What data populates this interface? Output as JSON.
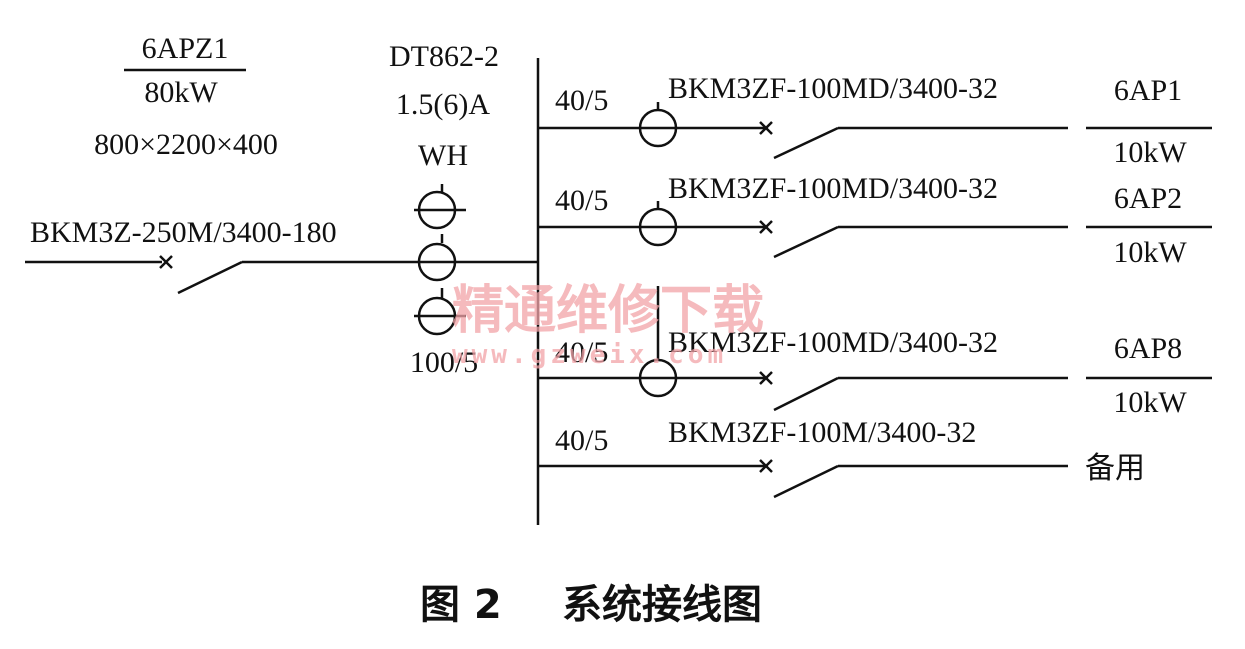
{
  "panel": {
    "name": "6APZ1",
    "power": "80kW",
    "size": "800×2200×400"
  },
  "meter": {
    "model": "DT862-2",
    "rating": "1.5(6)A",
    "label": "WH",
    "ct_ratio": "100/5"
  },
  "main_breaker": "BKM3Z-250M/3400-180",
  "branches": [
    {
      "ct": "40/5",
      "breaker": "BKM3ZF-100MD/3400-32",
      "dest": "6AP1",
      "power": "10kW"
    },
    {
      "ct": "40/5",
      "breaker": "BKM3ZF-100MD/3400-32",
      "dest": "6AP2",
      "power": "10kW"
    },
    {
      "ct": "40/5",
      "breaker": "BKM3ZF-100MD/3400-32",
      "dest": "6AP8",
      "power": "10kW"
    },
    {
      "ct": "40/5",
      "breaker": "BKM3ZF-100M/3400-32",
      "dest": "备用"
    }
  ],
  "watermark": {
    "text": "精通维修下载",
    "url": "www.gzweix.com"
  },
  "caption": {
    "number": "图 2",
    "title": "系统接线图"
  }
}
